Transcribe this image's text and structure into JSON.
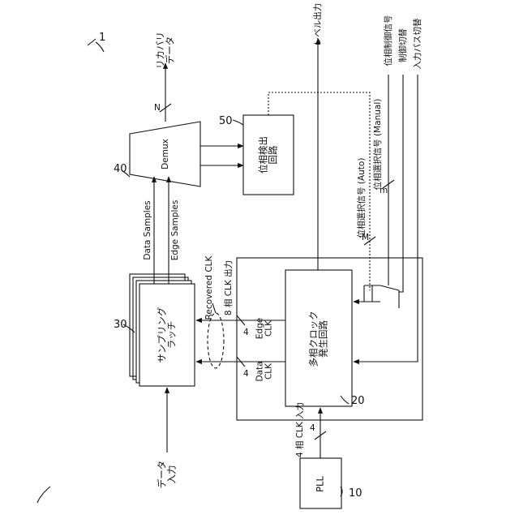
{
  "figure_ref": "1",
  "pll": {
    "label": "PLL",
    "ref": "10"
  },
  "multiphase": {
    "label": "多相クロック\n発生回路",
    "ref": "20",
    "clk_in": "4 相 CLK 入力",
    "clk_out": "8 相 CLK 出力"
  },
  "sampling": {
    "label": "サンプリング\nラッチ",
    "ref": "30"
  },
  "demux": {
    "label": "Demux",
    "ref": "40"
  },
  "phase_det": {
    "label": "位相検出\n回路",
    "ref": "50"
  },
  "buses": {
    "four_a": "4",
    "four_b": "4",
    "four_c": "4",
    "n": "N",
    "m": "M",
    "m_small": "m"
  },
  "texts": {
    "data_in": "データ\n入力",
    "recovered_data": "リカバリ\nデータ",
    "recovered_clk": "Recovered CLK",
    "data_clk": "Data\nCLK",
    "edge_clk": "Edge\nCLK",
    "data_samples": "Data Samples",
    "edge_samples": "Edge Samples",
    "level_out": "レベル出力",
    "phase_ctrl": "位相制御信号",
    "ctrl_switch": "制御切替",
    "input_path_switch": "入力パス切替",
    "phase_sel_manual": "位相選択信号 (Manual)",
    "phase_sel_auto": "位相選択信号 (Auto)"
  }
}
